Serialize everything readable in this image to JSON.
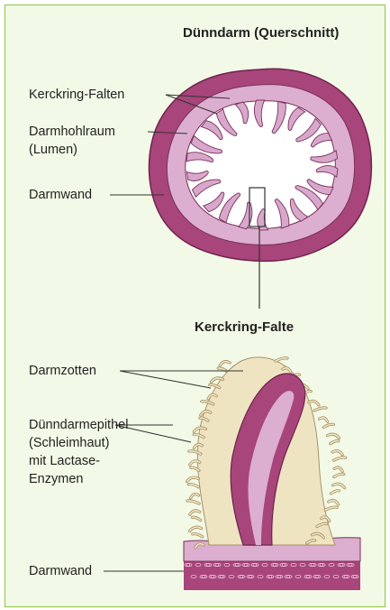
{
  "top_diagram": {
    "title": "Dünndarm (Querschnitt)",
    "labels": {
      "kerckring_falten": "Kerckring-Falten",
      "lumen_line1": "Darmhohlraum",
      "lumen_line2": "(Lumen)",
      "darmwand": "Darmwand"
    },
    "callout_title": "Kerckring-Falte"
  },
  "bottom_diagram": {
    "labels": {
      "darmzotten": "Darmzotten",
      "epithel_line1": "Dünndarmepithel",
      "epithel_line2": "(Schleimhaut)",
      "epithel_line3": "mit Lactase-",
      "epithel_line4": "Enzymen",
      "darmwand": "Darmwand"
    }
  },
  "colors": {
    "panel_background": "#f2f9e6",
    "panel_border": "#8cc63f",
    "wall_outer": "#a8457a",
    "wall_inner": "#d8a8cc",
    "villi_fill": "#efe4c2"
  }
}
